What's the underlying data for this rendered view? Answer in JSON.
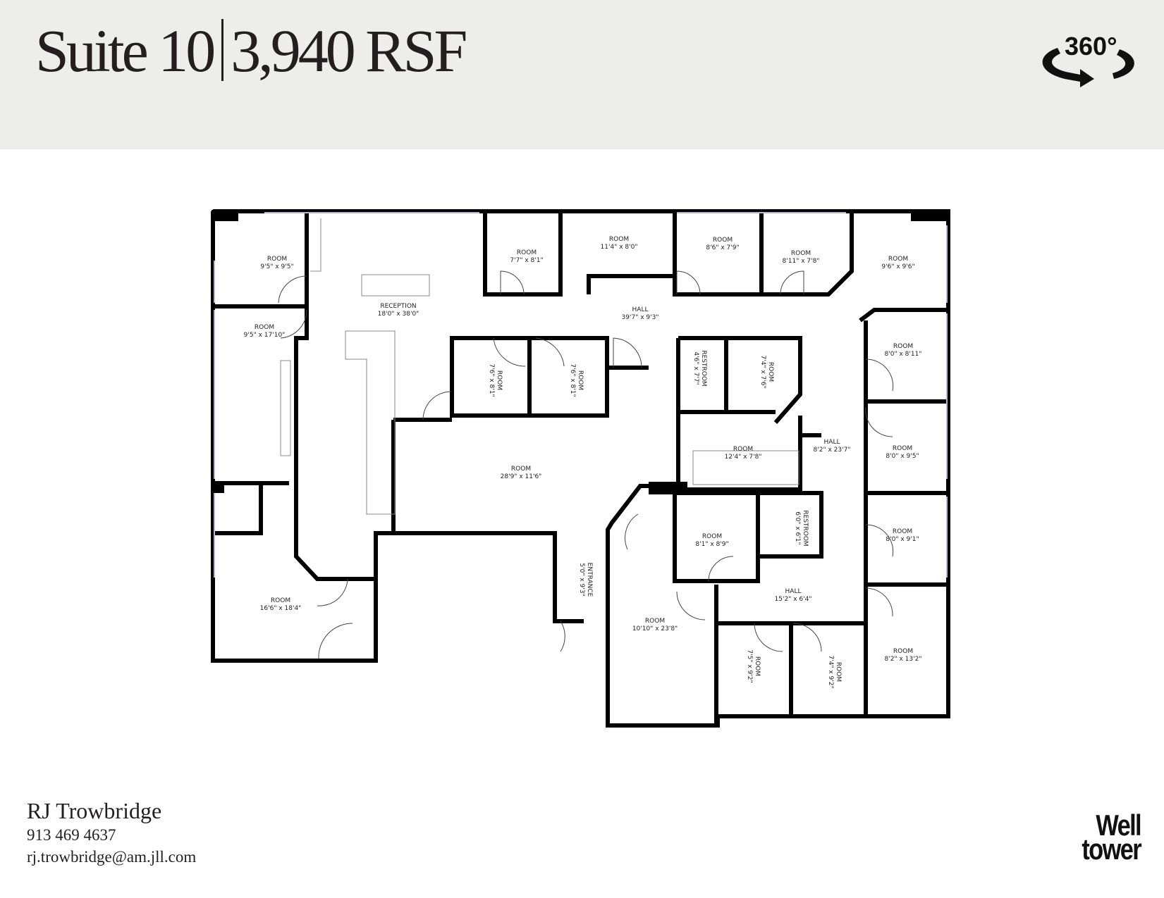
{
  "header": {
    "suite": "Suite 10",
    "area": "3,940 RSF",
    "tour_icon_label": "360°"
  },
  "floorplan": {
    "rooms": [
      {
        "id": "r1",
        "name": "ROOM",
        "dims": "9'5\" x 9'5\""
      },
      {
        "id": "r2",
        "name": "ROOM",
        "dims": "9'5\" x 17'10\""
      },
      {
        "id": "r3",
        "name": "RECEPTION",
        "dims": "18'0\" x 38'0\""
      },
      {
        "id": "r4",
        "name": "ROOM",
        "dims": "7'7\" x 8'1\""
      },
      {
        "id": "r5",
        "name": "ROOM",
        "dims": "11'4\" x 8'0\""
      },
      {
        "id": "r6",
        "name": "ROOM",
        "dims": "8'6\" x 7'9\""
      },
      {
        "id": "r7",
        "name": "ROOM",
        "dims": "8'11\" x 7'8\""
      },
      {
        "id": "r8",
        "name": "ROOM",
        "dims": "9'6\" x 9'6\""
      },
      {
        "id": "r9",
        "name": "HALL",
        "dims": "39'7\" x 9'3\""
      },
      {
        "id": "r10",
        "name": "ROOM",
        "dims": "7'6\" x 8'1\""
      },
      {
        "id": "r11",
        "name": "ROOM",
        "dims": "7'6\" x 8'1\""
      },
      {
        "id": "r12",
        "name": "RESTROOM",
        "dims": "4'6\" x 7'7\""
      },
      {
        "id": "r13",
        "name": "ROOM",
        "dims": "7'4\" x 7'6\""
      },
      {
        "id": "r14",
        "name": "ROOM",
        "dims": "8'0\" x 8'11\""
      },
      {
        "id": "r15",
        "name": "ROOM",
        "dims": "28'9\" x 11'6\""
      },
      {
        "id": "r16",
        "name": "ROOM",
        "dims": "12'4\" x 7'8\""
      },
      {
        "id": "r17",
        "name": "HALL",
        "dims": "8'2\" x 23'7\""
      },
      {
        "id": "r18",
        "name": "ROOM",
        "dims": "8'0\" x 9'5\""
      },
      {
        "id": "r19",
        "name": "ROOM",
        "dims": "8'1\" x 8'9\""
      },
      {
        "id": "r20",
        "name": "RESTROOM",
        "dims": "6'0\" x 6'1\""
      },
      {
        "id": "r21",
        "name": "ROOM",
        "dims": "8'0\" x 9'1\""
      },
      {
        "id": "r22",
        "name": "ENTRANCE",
        "dims": "5'0\" x 9'3\""
      },
      {
        "id": "r23",
        "name": "ROOM",
        "dims": "16'6\" x 18'4\""
      },
      {
        "id": "r24",
        "name": "HALL",
        "dims": "15'2\" x 6'4\""
      },
      {
        "id": "r25",
        "name": "ROOM",
        "dims": "10'10\" x 23'8\""
      },
      {
        "id": "r26",
        "name": "ROOM",
        "dims": "7'5\" x 9'2\""
      },
      {
        "id": "r27",
        "name": "ROOM",
        "dims": "7'4\" x 9'2\""
      },
      {
        "id": "r28",
        "name": "ROOM",
        "dims": "8'2\" x 13'2\""
      }
    ]
  },
  "contact": {
    "name": "RJ Trowbridge",
    "phone": "913 469 4637",
    "email": "rj.trowbridge@am.jll.com"
  },
  "logo": {
    "line1": "Well",
    "line2": "tower"
  },
  "colors": {
    "header_bg": "#ededec",
    "text": "#231f20",
    "wall": "#000000",
    "window": "#c9c6e0"
  }
}
